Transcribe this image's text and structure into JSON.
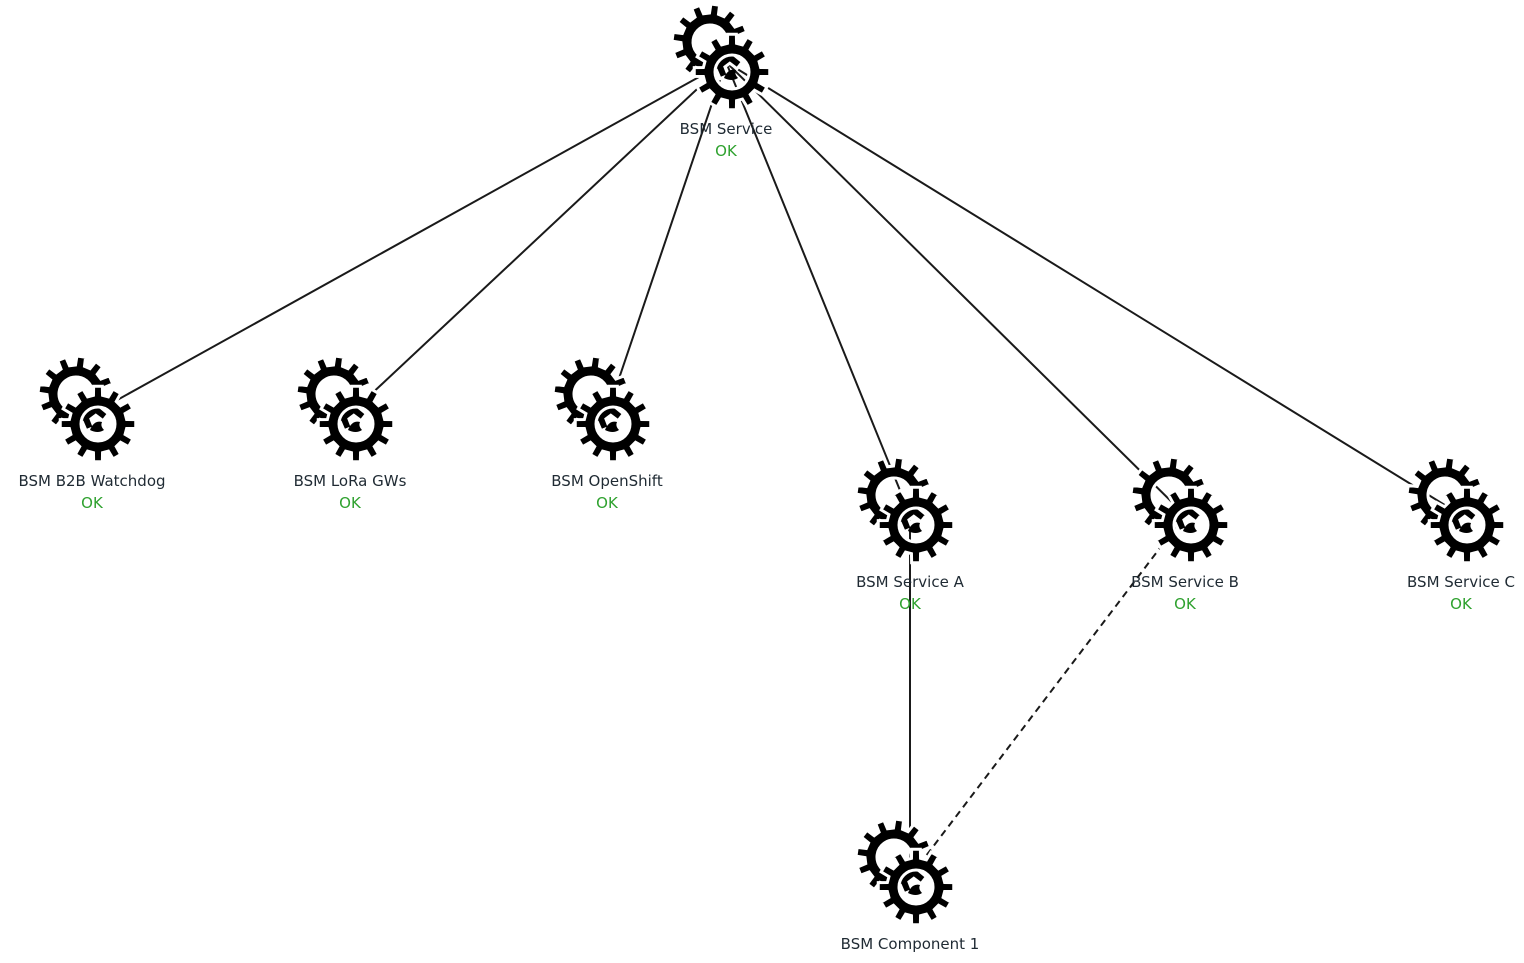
{
  "colors": {
    "icon": "#000000",
    "edge": "#1a1a1a",
    "label": "#1f2a33",
    "status_ok": "#2ea12e"
  },
  "nodes": [
    {
      "id": "root",
      "name": "bsm-service-node",
      "label": "BSM Service",
      "status": "OK",
      "icon": "gears-icon"
    },
    {
      "id": "b2b",
      "name": "bsm-b2b-watchdog-node",
      "label": "BSM B2B Watchdog",
      "status": "OK",
      "icon": "gears-icon"
    },
    {
      "id": "lora",
      "name": "bsm-lora-gws-node",
      "label": "BSM LoRa GWs",
      "status": "OK",
      "icon": "gears-icon"
    },
    {
      "id": "openshift",
      "name": "bsm-openshift-node",
      "label": "BSM OpenShift",
      "status": "OK",
      "icon": "gears-icon"
    },
    {
      "id": "svcA",
      "name": "bsm-service-a-node",
      "label": "BSM Service A",
      "status": "OK",
      "icon": "gears-icon"
    },
    {
      "id": "svcB",
      "name": "bsm-service-b-node",
      "label": "BSM Service B",
      "status": "OK",
      "icon": "gears-icon"
    },
    {
      "id": "svcC",
      "name": "bsm-service-c-node",
      "label": "BSM Service C",
      "status": "OK",
      "icon": "gears-icon"
    },
    {
      "id": "comp1",
      "name": "bsm-component-1-node",
      "label": "BSM Component 1",
      "status": "",
      "icon": "gears-icon"
    }
  ],
  "edges": [
    {
      "from": "root",
      "to": "b2b",
      "style": "solid"
    },
    {
      "from": "root",
      "to": "lora",
      "style": "solid"
    },
    {
      "from": "root",
      "to": "openshift",
      "style": "solid"
    },
    {
      "from": "root",
      "to": "svcA",
      "style": "solid"
    },
    {
      "from": "root",
      "to": "svcB",
      "style": "solid"
    },
    {
      "from": "root",
      "to": "svcC",
      "style": "solid"
    },
    {
      "from": "svcA",
      "to": "comp1",
      "style": "solid"
    },
    {
      "from": "svcB",
      "to": "comp1",
      "style": "dashed"
    }
  ]
}
